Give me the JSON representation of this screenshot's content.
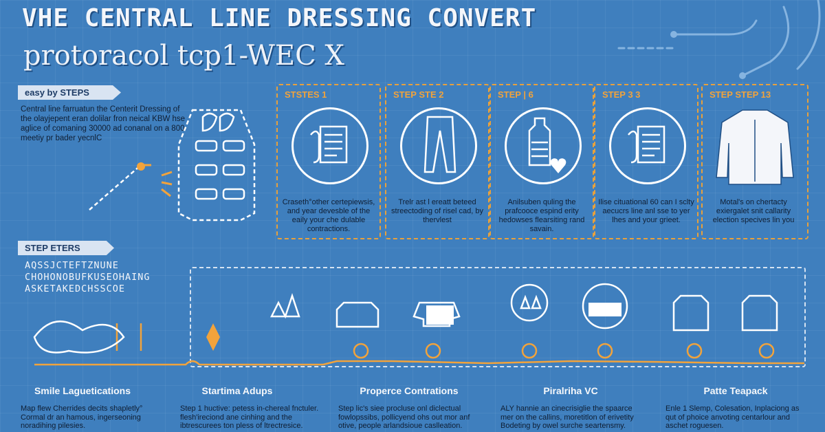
{
  "header": {
    "title": "VHE CENTRAL LINE DRESSING CONVERT",
    "subtitle": "protoracol tcp1-WEC X"
  },
  "tags": {
    "easy": "easy by STEPS",
    "step_eters": "STEP ETERS"
  },
  "intro_text": "Central line farruatun the Centerit Dressing of the olayjepent eran dolilar fron neical KBW hse aglice of comaning 30000 ad conanal on a 800 meetiy pr bader yecnlC",
  "steps": [
    {
      "label": "STSTES 1",
      "text": "Craseth°other certepiewsis, and year devesble of the eaily your che dulable contractions."
    },
    {
      "label": "STEP STE 2",
      "text": "Trelr ast l ereatt beteed streectoding of risel cad, by thervlest"
    },
    {
      "label": "STEP | 6",
      "text": "Anilsuben quling the prafcooce espind erity hedowses flearsiting rand savain."
    },
    {
      "label": "STEP 3 3",
      "text": "Ilise cituational 60 can I sclty aecucrs line anl sse to yer lhes and your grieet."
    },
    {
      "label": "STEP STEP 13",
      "text": "Motal's on chertacty exiergalet snit callarity election specives lin you"
    }
  ],
  "alpha_lines": [
    "AQSSJCTEFTZNUNE",
    "CHOHONOBUFKUSEOHAING",
    "ASKETAKEDCHSSCOE"
  ],
  "bottom_columns": [
    {
      "title": "Smile Laguetications",
      "text": "Map flew Cherrides decits shapletly° Cormal dr an hamous, ingerseoning noradihing pilesies."
    },
    {
      "title": "Startima Adups",
      "text": "Step 1 huctive: petess in-chereal fnctuler. flesh'ireciond ane cinhing and the ibtrescurees ton pless of ltrectresice."
    },
    {
      "title": "Properce Contrations",
      "text": "Step lic's siee procluse onl diclectual fowlopssibs, pollicyend ohs out mor anf otive, people arlandsioue caslleation."
    },
    {
      "title": "Piralriha VC",
      "text": "ALY hannie an cinecrisiglie the spaarce mer on the callins, moretitlon of erivetity Bodeting by owel surche seartensmy."
    },
    {
      "title": "Patte Teapack",
      "text": "Enle 1 Slemp, Colesation, Inplaciong as qut of phoice anvoting centarlour and aschet roguesen."
    }
  ],
  "colors": {
    "background": "#3f7fbe",
    "accent_orange": "#f2a33b",
    "line_white": "#ffffff",
    "text_dark": "#0f1e33"
  }
}
